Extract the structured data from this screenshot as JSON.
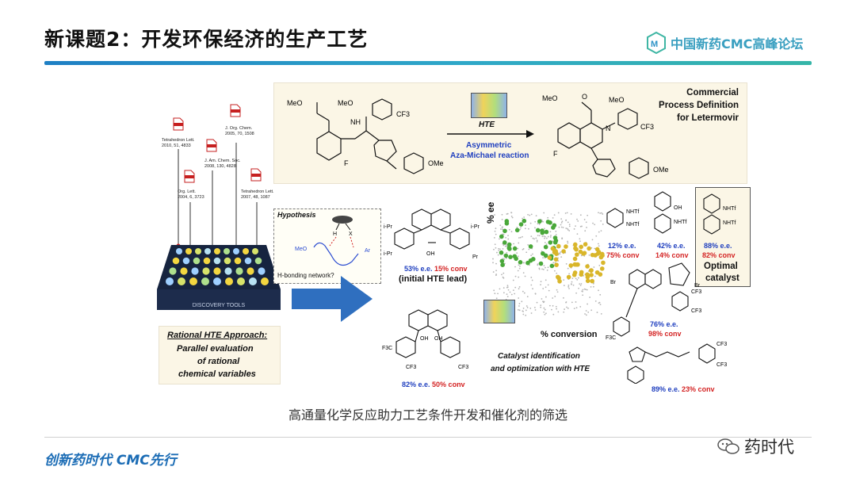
{
  "slide": {
    "title": "新课题2：开发环保经济的生产工艺",
    "logo_text": "中国新药CMC高峰论坛",
    "caption": "高通量化学反应助力工艺条件开发和催化剂的筛选",
    "footer_slogan": "创新药时代 CMC先行",
    "wechat_label": "药时代"
  },
  "references": [
    {
      "journal": "Tetrahedron Lett.",
      "cite": "2010, 51, 4833"
    },
    {
      "journal": "J. Org. Chem.",
      "cite": "2005, 70, 1508"
    },
    {
      "journal": "J. Am. Chem. Soc.",
      "cite": "2008, 130, 4828"
    },
    {
      "journal": "Org. Lett.",
      "cite": "2004, 6, 3723"
    },
    {
      "journal": "Tetrahedron Lett.",
      "cite": "2007, 48, 1087"
    }
  ],
  "plate_label": "DISCOVERY TOOLS",
  "reaction": {
    "hte_label": "HTE",
    "arrow_label_1": "Asymmetric",
    "arrow_label_2": "Aza-Michael reaction",
    "commercial_1": "Commercial",
    "commercial_2": "Process Definition",
    "commercial_3": "for Letermovir",
    "atoms": {
      "meo": "MeO",
      "ome": "OMe",
      "cf3": "CF3",
      "f": "F",
      "n": "N",
      "h": "H",
      "o": "O",
      "nh": "NH"
    }
  },
  "hypothesis": {
    "title": "Hypothesis",
    "h": "H",
    "x": "X",
    "meo": "MeO",
    "ar": "Ar",
    "network": "H-bonding network?"
  },
  "rational": {
    "line1": "Rational HTE Approach:",
    "line2": "Parallel evaluation",
    "line3": "of rational",
    "line4": "chemical variables"
  },
  "catalysts": {
    "initial": {
      "ee": "53% e.e.",
      "conv": "15% conv",
      "label": "(initial HTE lead)"
    },
    "binol": {
      "ee": "82% e.e.",
      "conv": "50% conv"
    },
    "c1": {
      "ee": "12% e.e.",
      "conv": "75% conv"
    },
    "c2": {
      "ee": "42% e.e.",
      "conv": "14% conv"
    },
    "c3": {
      "ee": "88% e.e.",
      "conv": "82% conv",
      "label1": "Optimal",
      "label2": "catalyst"
    },
    "c4": {
      "ee": "76% e.e.",
      "conv": "98% conv"
    },
    "c5": {
      "ee": "89% e.e.",
      "conv": "23% conv"
    }
  },
  "scatter": {
    "ylabel": "% ee",
    "xlabel": "% conversion",
    "caption1": "Catalyst identification",
    "caption2": "and optimization with HTE"
  },
  "struct_labels": {
    "ipr": "i-Pr",
    "pr": "Pr",
    "oh": "OH",
    "nhtf": "NHTf",
    "br": "Br",
    "f3c": "F3C",
    "cf3": "CF3"
  },
  "colors": {
    "title_bar_start": "#1e7fc4",
    "title_bar_end": "#35b5a8",
    "ee_blue": "#1f3fbf",
    "conv_red": "#d42424",
    "arrow_blue": "#2f6fbf",
    "panel_bg": "#fbf6e6"
  }
}
